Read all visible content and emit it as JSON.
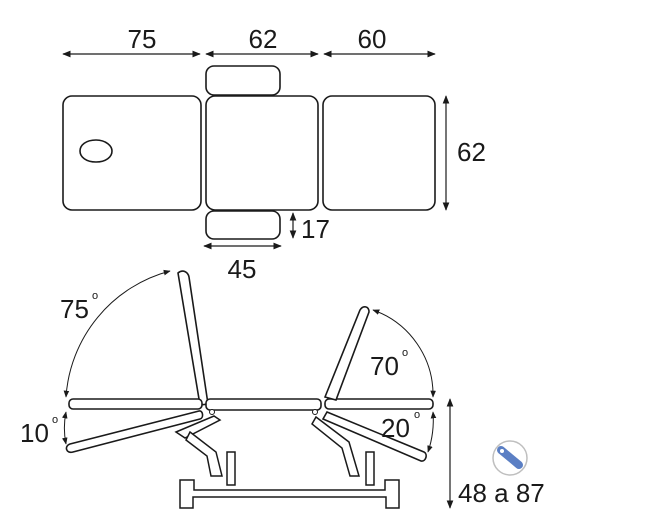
{
  "top_view": {
    "width_head": "75",
    "width_middle": "62",
    "width_foot": "60",
    "depth": "62",
    "armrest_depth": "17",
    "armrest_width": "45"
  },
  "side_view": {
    "back_up_angle": "75",
    "back_down_angle": "10",
    "leg_up_angle": "70",
    "leg_down_angle": "20",
    "degree_symbol": "o",
    "height_range": "48 a 87"
  },
  "icons": {
    "adjust": "remote-control-icon"
  },
  "colors": {
    "line": "#1a1a1a",
    "icon_blue": "#5b7fc4"
  }
}
